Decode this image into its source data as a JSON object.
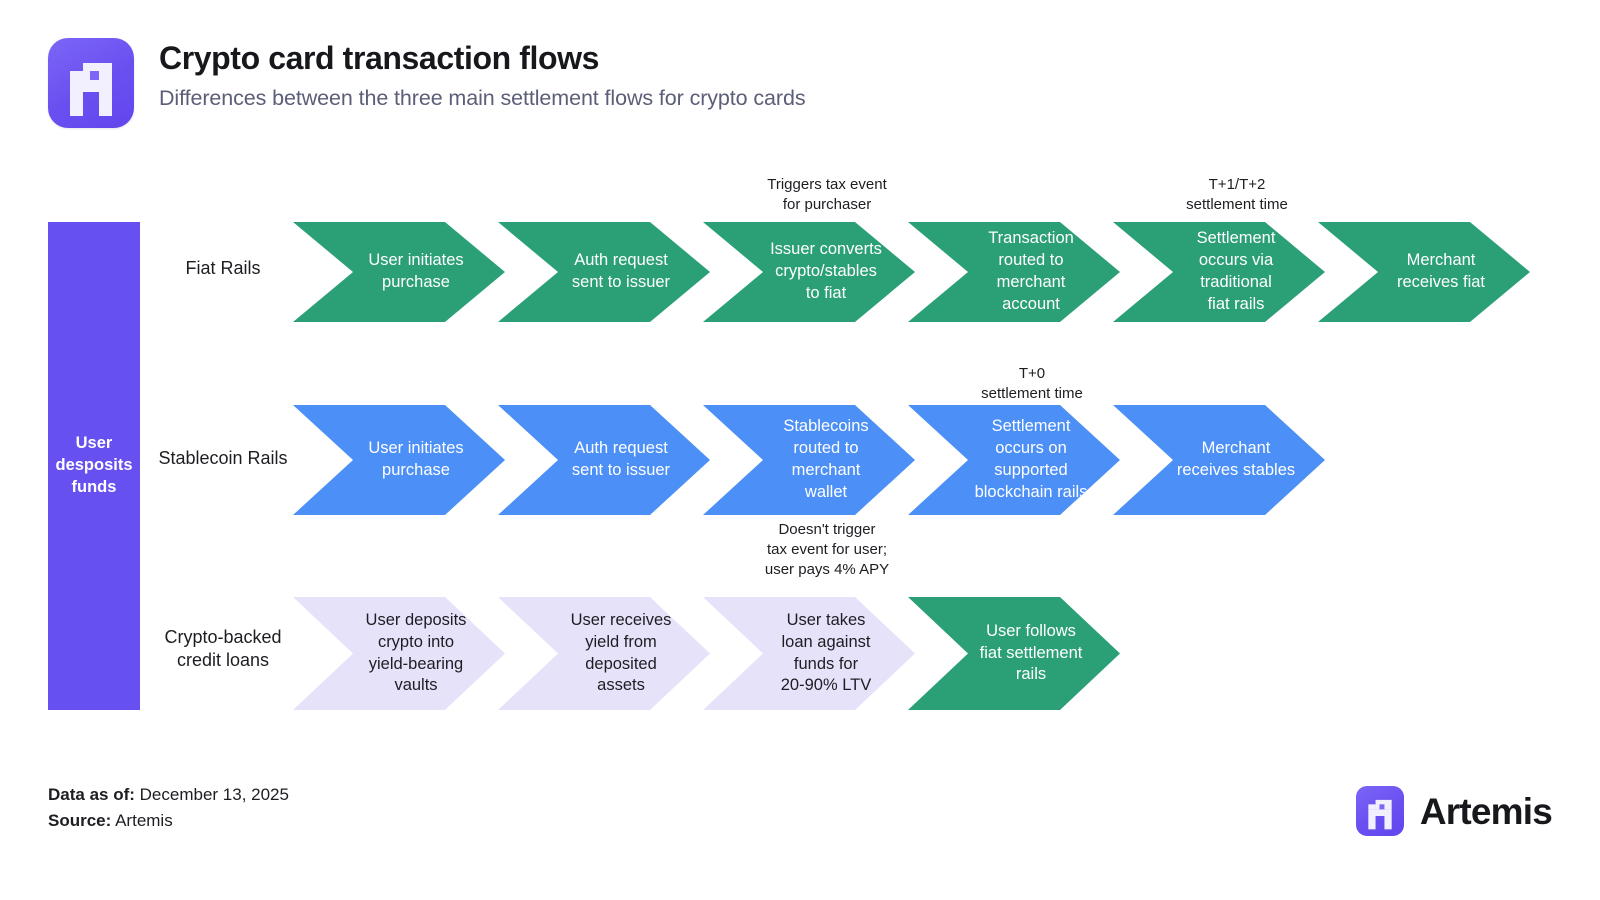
{
  "header": {
    "logo_icon": "artemis-logo-icon",
    "title": "Crypto card transaction flows",
    "subtitle": "Differences between the three main settlement flows for crypto cards"
  },
  "deposit_bar": {
    "label": "User desposits funds",
    "color": "#6750F0"
  },
  "colors": {
    "fiat_green": "#2BA077",
    "stablecoin_blue": "#4B8FF7",
    "credit_lavender": "#E6E2FA",
    "brand_purple": "#6750F0",
    "title_text": "#17181C",
    "subtitle_text": "#5C5E78",
    "body_text": "#1D1E22",
    "background": "#FFFFFF"
  },
  "chart_data": {
    "type": "diagram",
    "title": "Crypto card transaction flows",
    "subtitle": "Differences between the three main settlement flows for crypto cards",
    "entry_node": "User desposits funds",
    "rows": [
      {
        "label": "Fiat Rails",
        "color": "#2BA077",
        "steps": [
          "User initiates purchase",
          "Auth request sent to issuer",
          "Issuer converts crypto/stables to fiat",
          "Transaction routed to merchant account",
          "Settlement occurs via traditional fiat rails",
          "Merchant receives fiat"
        ],
        "annotations": [
          {
            "step_index": 2,
            "text": "Triggers tax event for purchaser"
          },
          {
            "step_index": 4,
            "text": "T+1/T+2 settlement time"
          }
        ]
      },
      {
        "label": "Stablecoin Rails",
        "color": "#4B8FF7",
        "steps": [
          "User initiates purchase",
          "Auth request sent to issuer",
          "Stablecoins routed to merchant wallet",
          "Settlement occurs on supported blockchain rails",
          "Merchant receives stables"
        ],
        "annotations": [
          {
            "step_index": 3,
            "text": "T+0 settlement time"
          }
        ]
      },
      {
        "label": "Crypto-backed credit loans",
        "color": "#E6E2FA",
        "steps": [
          "User deposits crypto into yield-bearing vaults",
          "User receives yield from deposited assets",
          "User takes loan against funds for 20-90% LTV",
          "User follows fiat settlement rails"
        ],
        "annotations": [
          {
            "step_index": 2,
            "text": "Doesn't trigger tax event for user; user pays 4% APY"
          }
        ]
      }
    ]
  },
  "rows": [
    {
      "label": "Fiat Rails",
      "steps": [
        {
          "lines": [
            "User initiates",
            "purchase"
          ]
        },
        {
          "lines": [
            "Auth request",
            "sent to issuer"
          ]
        },
        {
          "lines": [
            "Issuer converts",
            "crypto/stables",
            "to fiat"
          ]
        },
        {
          "lines": [
            "Transaction",
            "routed to",
            "merchant",
            "account"
          ]
        },
        {
          "lines": [
            "Settlement",
            "occurs via",
            "traditional",
            "fiat rails"
          ]
        },
        {
          "lines": [
            "Merchant",
            "receives fiat"
          ]
        }
      ],
      "annotations": [
        {
          "lines": [
            "Triggers tax event",
            "for purchaser"
          ]
        },
        {
          "lines": [
            "T+1/T+2",
            "settlement time"
          ]
        }
      ]
    },
    {
      "label": "Stablecoin Rails",
      "steps": [
        {
          "lines": [
            "User initiates",
            "purchase"
          ]
        },
        {
          "lines": [
            "Auth request",
            "sent to issuer"
          ]
        },
        {
          "lines": [
            "Stablecoins",
            "routed to",
            "merchant",
            "wallet"
          ]
        },
        {
          "lines": [
            "Settlement",
            "occurs on",
            "supported",
            "blockchain rails"
          ]
        },
        {
          "lines": [
            "Merchant",
            "receives stables"
          ]
        }
      ],
      "annotations": [
        {
          "lines": [
            "T+0",
            "settlement time"
          ]
        }
      ]
    },
    {
      "label_lines": [
        "Crypto-backed",
        "credit loans"
      ],
      "steps": [
        {
          "lines": [
            "User deposits",
            "crypto into",
            "yield-bearing",
            "vaults"
          ]
        },
        {
          "lines": [
            "User receives",
            "yield from",
            "deposited",
            "assets"
          ]
        },
        {
          "lines": [
            "User takes",
            "loan against",
            "funds for",
            "20-90% LTV"
          ]
        },
        {
          "lines": [
            "User follows",
            "fiat settlement",
            "rails"
          ]
        }
      ],
      "annotations": [
        {
          "lines": [
            "Doesn't trigger",
            "tax event for user;",
            "user pays 4% APY"
          ]
        }
      ]
    }
  ],
  "footer": {
    "data_as_of_label": "Data as of:",
    "data_as_of_value": "December 13, 2025",
    "source_label": "Source:",
    "source_value": "Artemis",
    "brand_name": "Artemis",
    "brand_icon": "artemis-logo-icon"
  }
}
